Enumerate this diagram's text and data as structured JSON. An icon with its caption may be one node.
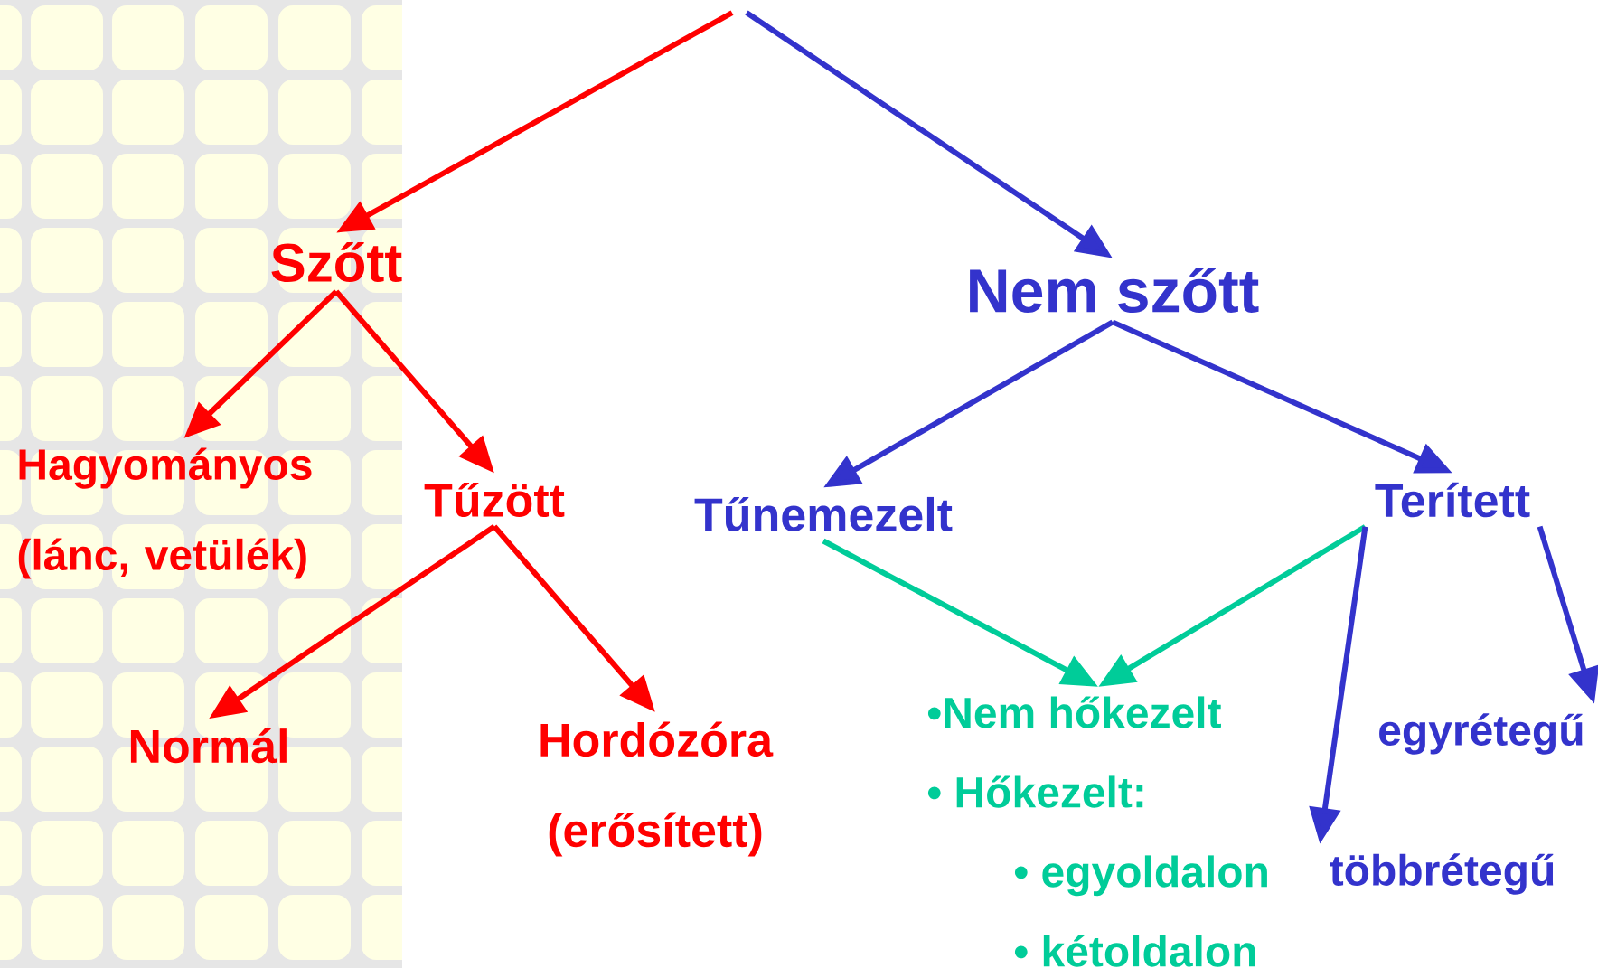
{
  "diagram": {
    "nodes": [
      {
        "text": [
          "Szőtt"
        ]
      },
      {
        "text": [
          "Nem szőtt"
        ]
      },
      {
        "text": [
          "Hagyományos",
          "(lánc, vetülék)"
        ]
      },
      {
        "text": [
          "Tűzött"
        ]
      },
      {
        "text": [
          "Tűnemezelt"
        ]
      },
      {
        "text": [
          "Terített"
        ]
      },
      {
        "text": [
          "Normál"
        ]
      },
      {
        "text": [
          "Hordózóra",
          "(erősített)"
        ]
      },
      {
        "text": [
          "•Nem hőkezelt",
          "• Hőkezelt:",
          "• egyoldalon",
          "• kétoldalon"
        ]
      },
      {
        "text": [
          "egyrétegű"
        ]
      },
      {
        "text": [
          "többrétegű"
        ]
      }
    ],
    "edges": [
      {
        "from": null,
        "to": 0,
        "arrow": "to",
        "color": "#ff0000"
      },
      {
        "from": null,
        "to": 1,
        "arrow": "to",
        "color": "#3333cc"
      },
      {
        "from": 0,
        "to": 2,
        "arrow": "to",
        "color": "#ff0000"
      },
      {
        "from": 0,
        "to": 3,
        "arrow": "to",
        "color": "#ff0000"
      },
      {
        "from": 1,
        "to": 4,
        "arrow": "to",
        "color": "#3333cc"
      },
      {
        "from": 1,
        "to": 5,
        "arrow": "to",
        "color": "#3333cc"
      },
      {
        "from": 3,
        "to": 6,
        "arrow": "to",
        "color": "#ff0000"
      },
      {
        "from": 3,
        "to": 7,
        "arrow": "to",
        "color": "#ff0000"
      },
      {
        "from": 4,
        "to": 8,
        "arrow": "to",
        "color": "#00cc99"
      },
      {
        "from": 5,
        "to": 8,
        "arrow": "to",
        "color": "#00cc99"
      },
      {
        "from": 5,
        "to": 10,
        "arrow": "to",
        "color": "#3333cc"
      },
      {
        "from": 5,
        "to": 9,
        "arrow": "to",
        "color": "#3333cc"
      }
    ]
  }
}
